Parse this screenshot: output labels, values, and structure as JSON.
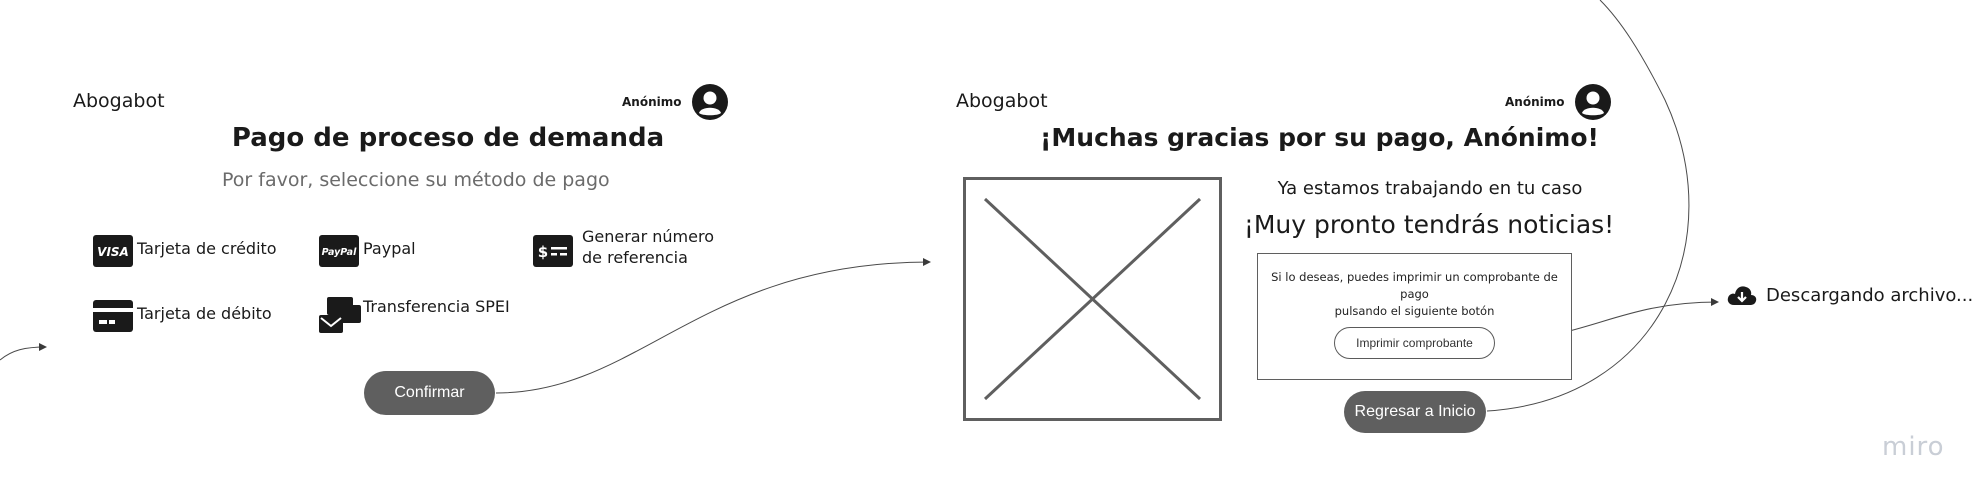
{
  "screen1": {
    "brand": "Abogabot",
    "user": "Anónimo",
    "title": "Pago de proceso de demanda",
    "subtitle": "Por favor, seleccione su método de pago",
    "methods": [
      {
        "label": "Tarjeta de crédito",
        "icon": "visa-icon",
        "icon_text": "VISA"
      },
      {
        "label": "Paypal",
        "icon": "paypal-icon",
        "icon_text": "PayPal"
      },
      {
        "label_line1": "Generar número",
        "label_line2": "de referencia",
        "icon": "reference-number-icon"
      },
      {
        "label": "Tarjeta de débito",
        "icon": "debit-card-icon"
      },
      {
        "label": "Transferencia SPEI",
        "icon": "transfer-icon"
      }
    ],
    "confirm_label": "Confirmar"
  },
  "screen2": {
    "brand": "Abogabot",
    "user": "Anónimo",
    "title": "¡Muchas gracias por su pago, Anónimo!",
    "working_text": "Ya estamos trabajando en tu caso",
    "news_text": "¡Muy pronto tendrás noticias!",
    "print_note_line1": "Si lo deseas, puedes imprimir un comprobante de pago",
    "print_note_line2": "pulsando el siguiente botón",
    "print_label": "Imprimir comprobante",
    "home_label": "Regresar a Inicio"
  },
  "download": {
    "label": "Descargando archivo...",
    "icon": "cloud-download-icon"
  },
  "watermark": "miro",
  "colors": {
    "button_fill": "#5f5f5f",
    "text": "#1a1a1a",
    "muted": "#6b6b6b",
    "connector": "#4a4a4a"
  }
}
